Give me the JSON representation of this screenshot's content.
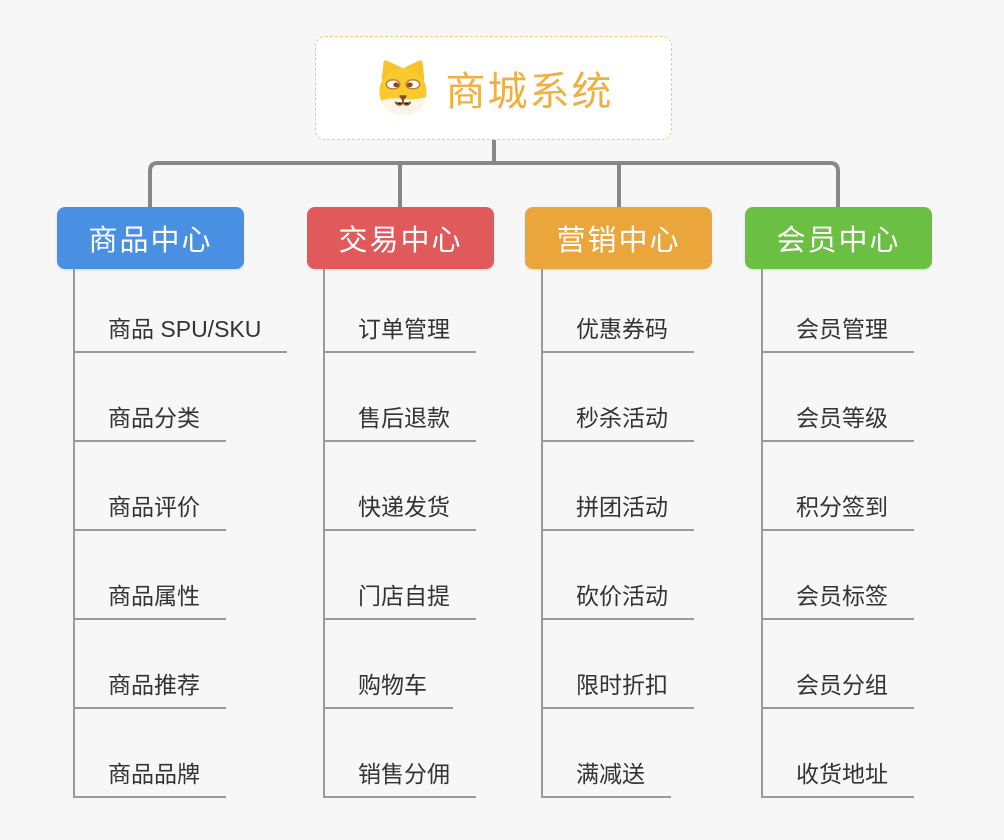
{
  "root": {
    "title": "商城系统",
    "icon": "dog-face-icon",
    "text_color": "#F0B041",
    "border_color": "#F5C878"
  },
  "connector_color": "#878787",
  "underline_color": "#9A9A9A",
  "background_color": "#F7F7F7",
  "branches": [
    {
      "label": "商品中心",
      "color": "#4A90E2",
      "items": [
        "商品 SPU/SKU",
        "商品分类",
        "商品评价",
        "商品属性",
        "商品推荐",
        "商品品牌"
      ]
    },
    {
      "label": "交易中心",
      "color": "#E15A5B",
      "items": [
        "订单管理",
        "售后退款",
        "快递发货",
        "门店自提",
        "购物车",
        "销售分佣"
      ]
    },
    {
      "label": "营销中心",
      "color": "#EAA63B",
      "items": [
        "优惠券码",
        "秒杀活动",
        "拼团活动",
        "砍价活动",
        "限时折扣",
        "满减送"
      ]
    },
    {
      "label": "会员中心",
      "color": "#6BBF43",
      "items": [
        "会员管理",
        "会员等级",
        "积分签到",
        "会员标签",
        "会员分组",
        "收货地址"
      ]
    }
  ]
}
